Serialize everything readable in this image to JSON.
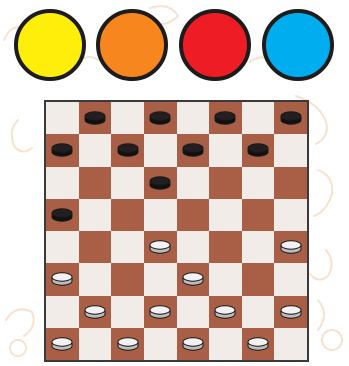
{
  "palette": {
    "colors": [
      "#ffee0a",
      "#f8861e",
      "#ee1c24",
      "#00aeef"
    ],
    "color_names": [
      "yellow",
      "orange",
      "red",
      "blue"
    ]
  },
  "board": {
    "rows": 8,
    "cols": 8,
    "light_square_color": "#f1ece7",
    "dark_square_color": "#a85f45",
    "black_piece_color": "#231f20",
    "white_piece_color": "#f2f2f2",
    "pieces": [
      {
        "row": 0,
        "col": 1,
        "color": "black"
      },
      {
        "row": 0,
        "col": 3,
        "color": "black"
      },
      {
        "row": 0,
        "col": 5,
        "color": "black"
      },
      {
        "row": 0,
        "col": 7,
        "color": "black"
      },
      {
        "row": 1,
        "col": 0,
        "color": "black"
      },
      {
        "row": 1,
        "col": 2,
        "color": "black"
      },
      {
        "row": 1,
        "col": 4,
        "color": "black"
      },
      {
        "row": 1,
        "col": 6,
        "color": "black"
      },
      {
        "row": 2,
        "col": 3,
        "color": "black"
      },
      {
        "row": 3,
        "col": 0,
        "color": "black"
      },
      {
        "row": 4,
        "col": 3,
        "color": "white"
      },
      {
        "row": 4,
        "col": 7,
        "color": "white"
      },
      {
        "row": 5,
        "col": 0,
        "color": "white"
      },
      {
        "row": 5,
        "col": 4,
        "color": "white"
      },
      {
        "row": 6,
        "col": 1,
        "color": "white"
      },
      {
        "row": 6,
        "col": 3,
        "color": "white"
      },
      {
        "row": 6,
        "col": 5,
        "color": "white"
      },
      {
        "row": 6,
        "col": 7,
        "color": "white"
      },
      {
        "row": 7,
        "col": 0,
        "color": "white"
      },
      {
        "row": 7,
        "col": 2,
        "color": "white"
      },
      {
        "row": 7,
        "col": 4,
        "color": "white"
      },
      {
        "row": 7,
        "col": 6,
        "color": "white"
      }
    ]
  }
}
